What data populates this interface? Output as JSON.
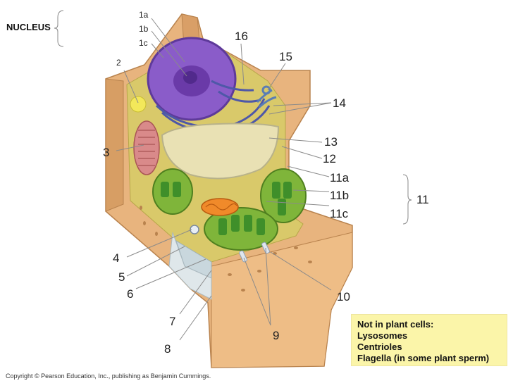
{
  "section_label": "NUCLEUS",
  "nucleus_sublabels": [
    "1a",
    "1b",
    "1c"
  ],
  "labels": {
    "l2": "2",
    "l3": "3",
    "l4": "4",
    "l5": "5",
    "l6": "6",
    "l7": "7",
    "l8": "8",
    "l9": "9",
    "l10": "10",
    "l11": "11",
    "l11a": "11a",
    "l11b": "11b",
    "l11c": "11c",
    "l12": "12",
    "l13": "13",
    "l14": "14",
    "l15": "15",
    "l16": "16"
  },
  "note": {
    "line1": "Not in plant cells:",
    "line2": "Lysosomes",
    "line3": "Centrioles",
    "line4": "Flagella (in some plant sperm)"
  },
  "copyright": "Copyright © Pearson Education, Inc., publishing as Benjamin Cummings.",
  "colors": {
    "wall": "#e3b07a",
    "cytoplasm": "#d9c96a",
    "nucleus": "#8a5cc9",
    "chloroplast": "#7fb53a",
    "note_bg": "#fbf5a9"
  }
}
